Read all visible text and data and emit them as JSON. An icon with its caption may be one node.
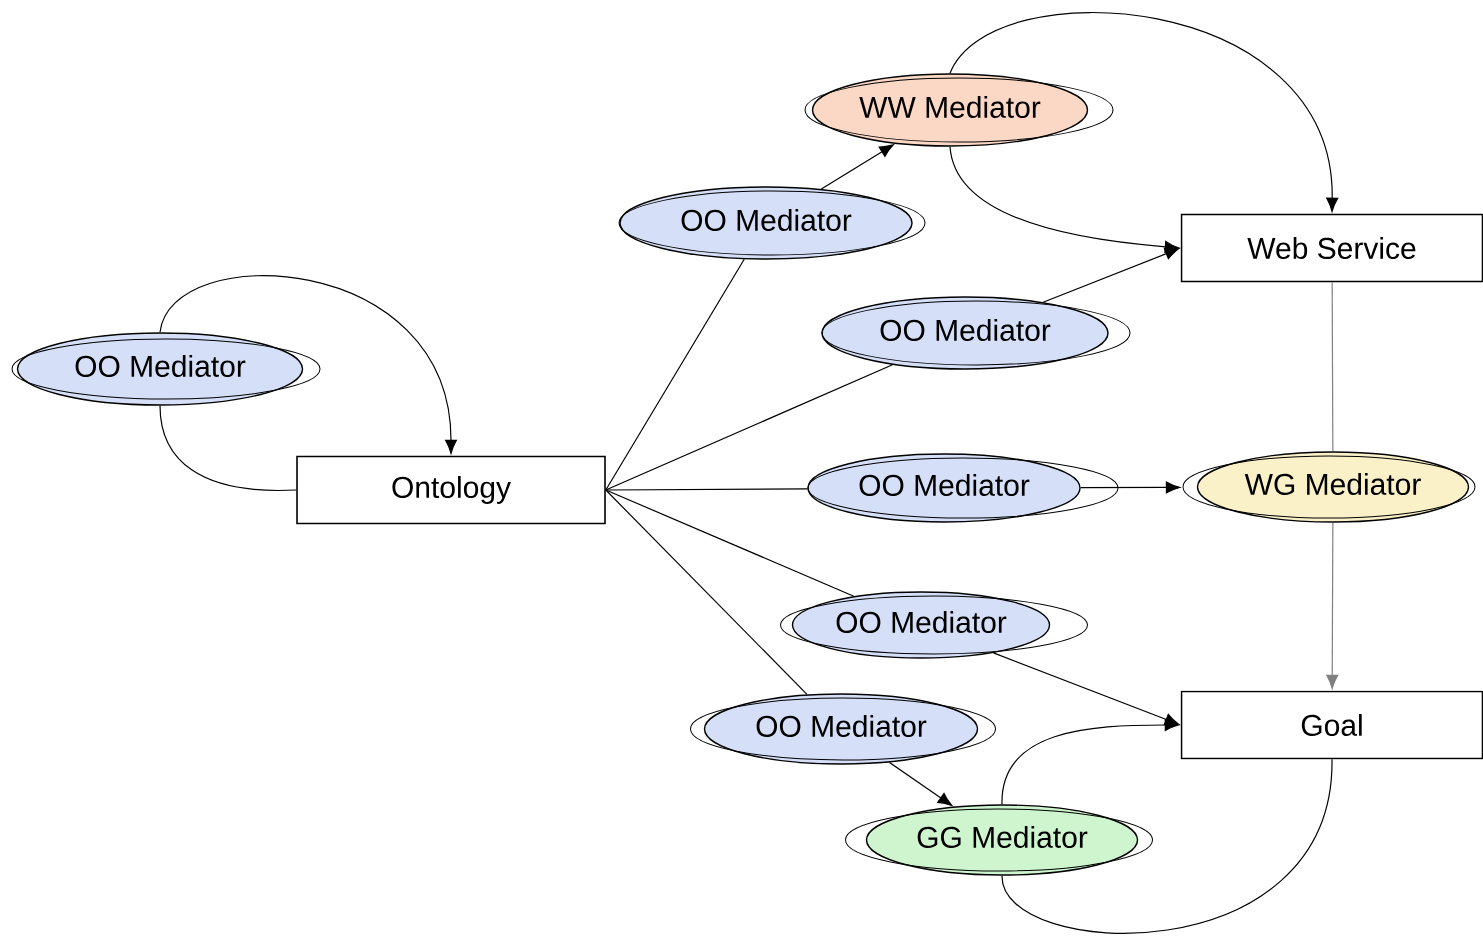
{
  "diagram": {
    "nodes": [
      {
        "text": [
          "OO Mediator"
        ]
      },
      {
        "text": [
          "Ontology"
        ]
      },
      {
        "text": [
          "OO Mediator"
        ]
      },
      {
        "text": [
          "WW Mediator"
        ]
      },
      {
        "text": [
          "Web Service"
        ]
      },
      {
        "text": [
          "OO Mediator"
        ]
      },
      {
        "text": [
          "OO Mediator"
        ]
      },
      {
        "text": [
          "WG Mediator"
        ]
      },
      {
        "text": [
          "OO Mediator"
        ]
      },
      {
        "text": [
          "OO Mediator"
        ]
      },
      {
        "text": [
          "Goal"
        ]
      },
      {
        "text": [
          "GG Mediator"
        ]
      }
    ],
    "edges": [
      {
        "from": 0,
        "to": 1,
        "arrow": "to"
      },
      {
        "from": 1,
        "to": 0,
        "arrow": "none"
      },
      {
        "from": 1,
        "to": 2,
        "arrow": "none"
      },
      {
        "from": 2,
        "to": 3,
        "arrow": "to"
      },
      {
        "from": 3,
        "to": 4,
        "arrow": "to"
      },
      {
        "from": 3,
        "to": 4,
        "arrow": "to"
      },
      {
        "from": 1,
        "to": 5,
        "arrow": "none"
      },
      {
        "from": 5,
        "to": 4,
        "arrow": "to"
      },
      {
        "from": 1,
        "to": 6,
        "arrow": "none"
      },
      {
        "from": 6,
        "to": 7,
        "arrow": "to"
      },
      {
        "from": 4,
        "to": 7,
        "arrow": "none",
        "color": "#808080"
      },
      {
        "from": 7,
        "to": 10,
        "arrow": "to",
        "color": "#808080"
      },
      {
        "from": 1,
        "to": 8,
        "arrow": "none"
      },
      {
        "from": 8,
        "to": 10,
        "arrow": "to"
      },
      {
        "from": 1,
        "to": 9,
        "arrow": "none"
      },
      {
        "from": 9,
        "to": 11,
        "arrow": "to"
      },
      {
        "from": 11,
        "to": 10,
        "arrow": "to"
      },
      {
        "from": 10,
        "to": 11,
        "arrow": "none"
      }
    ]
  }
}
